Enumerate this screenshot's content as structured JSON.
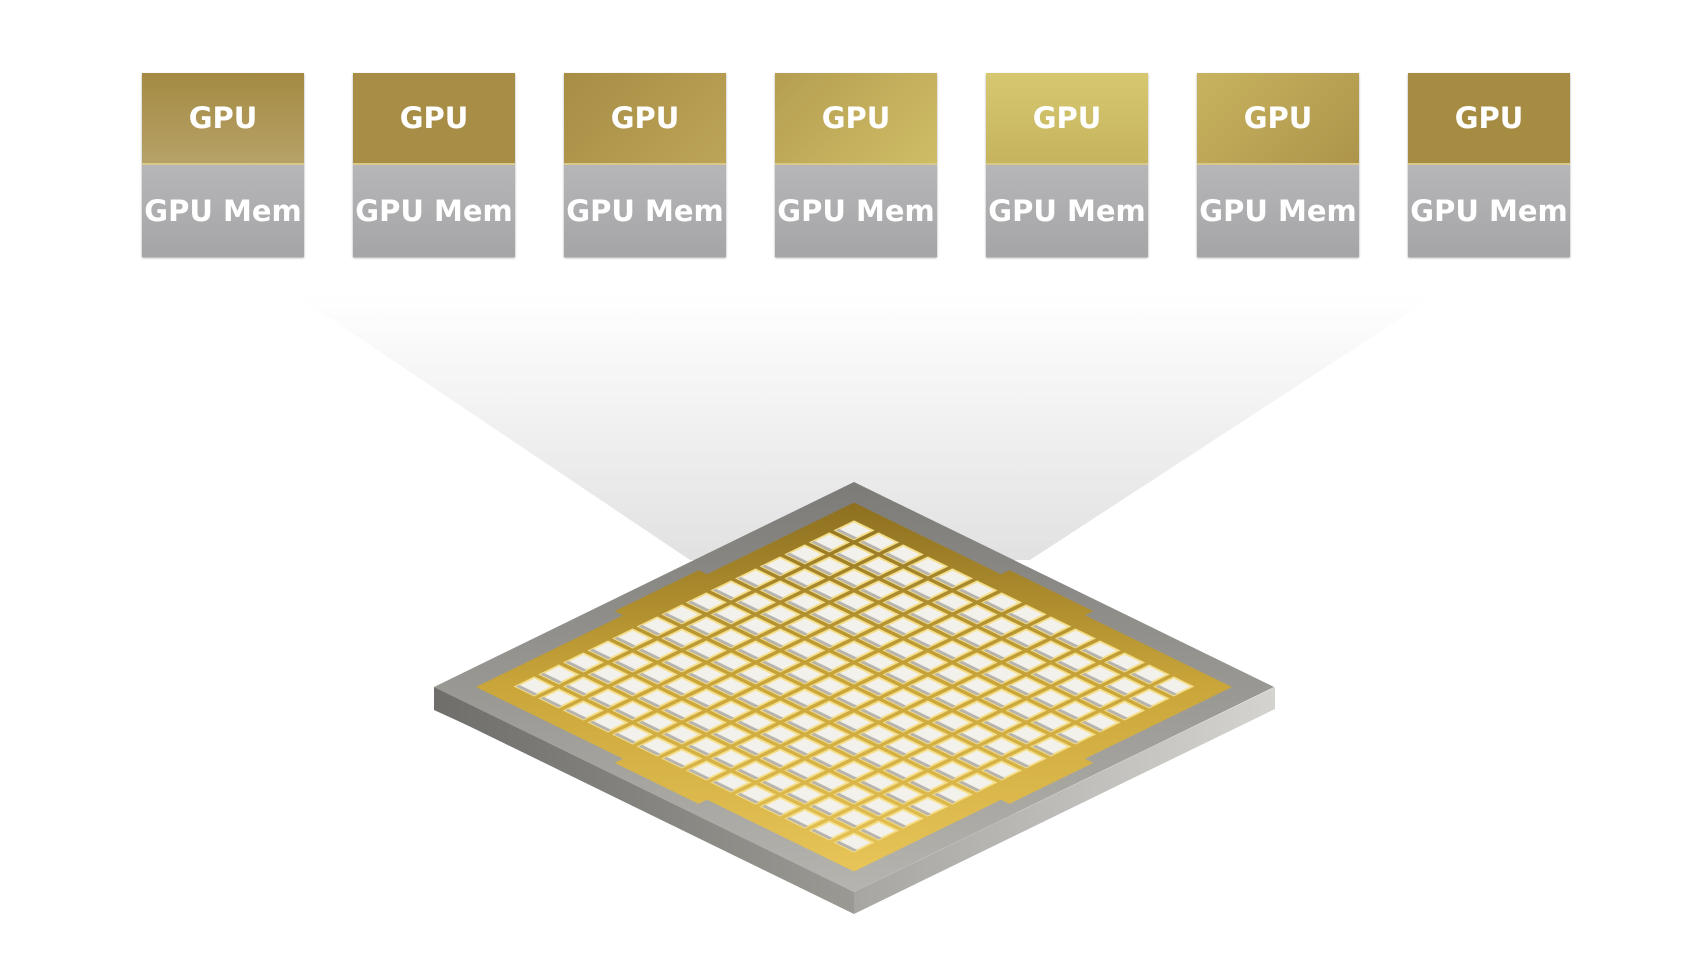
{
  "units": [
    {
      "gpu_label": "GPU",
      "mem_label": "GPU Mem",
      "gpu_color": "#a48a42"
    },
    {
      "gpu_label": "GPU",
      "mem_label": "GPU Mem",
      "gpu_color": "#a78d45"
    },
    {
      "gpu_label": "GPU",
      "mem_label": "GPU Mem",
      "gpu_color": "#ac934b"
    },
    {
      "gpu_label": "GPU",
      "mem_label": "GPU Mem",
      "gpu_color": "#bda95c"
    },
    {
      "gpu_label": "GPU",
      "mem_label": "GPU Mem",
      "gpu_color": "#d0c068"
    },
    {
      "gpu_label": "GPU",
      "mem_label": "GPU Mem",
      "gpu_color": "#b9a253"
    },
    {
      "gpu_label": "GPU",
      "mem_label": "GPU Mem",
      "gpu_color": "#a68b43"
    }
  ],
  "colors": {
    "chip_frame": "#8a8984",
    "chip_gold": "#c9a437",
    "tile": "#e6e4de",
    "memory_gray": "#a9a9ab"
  }
}
